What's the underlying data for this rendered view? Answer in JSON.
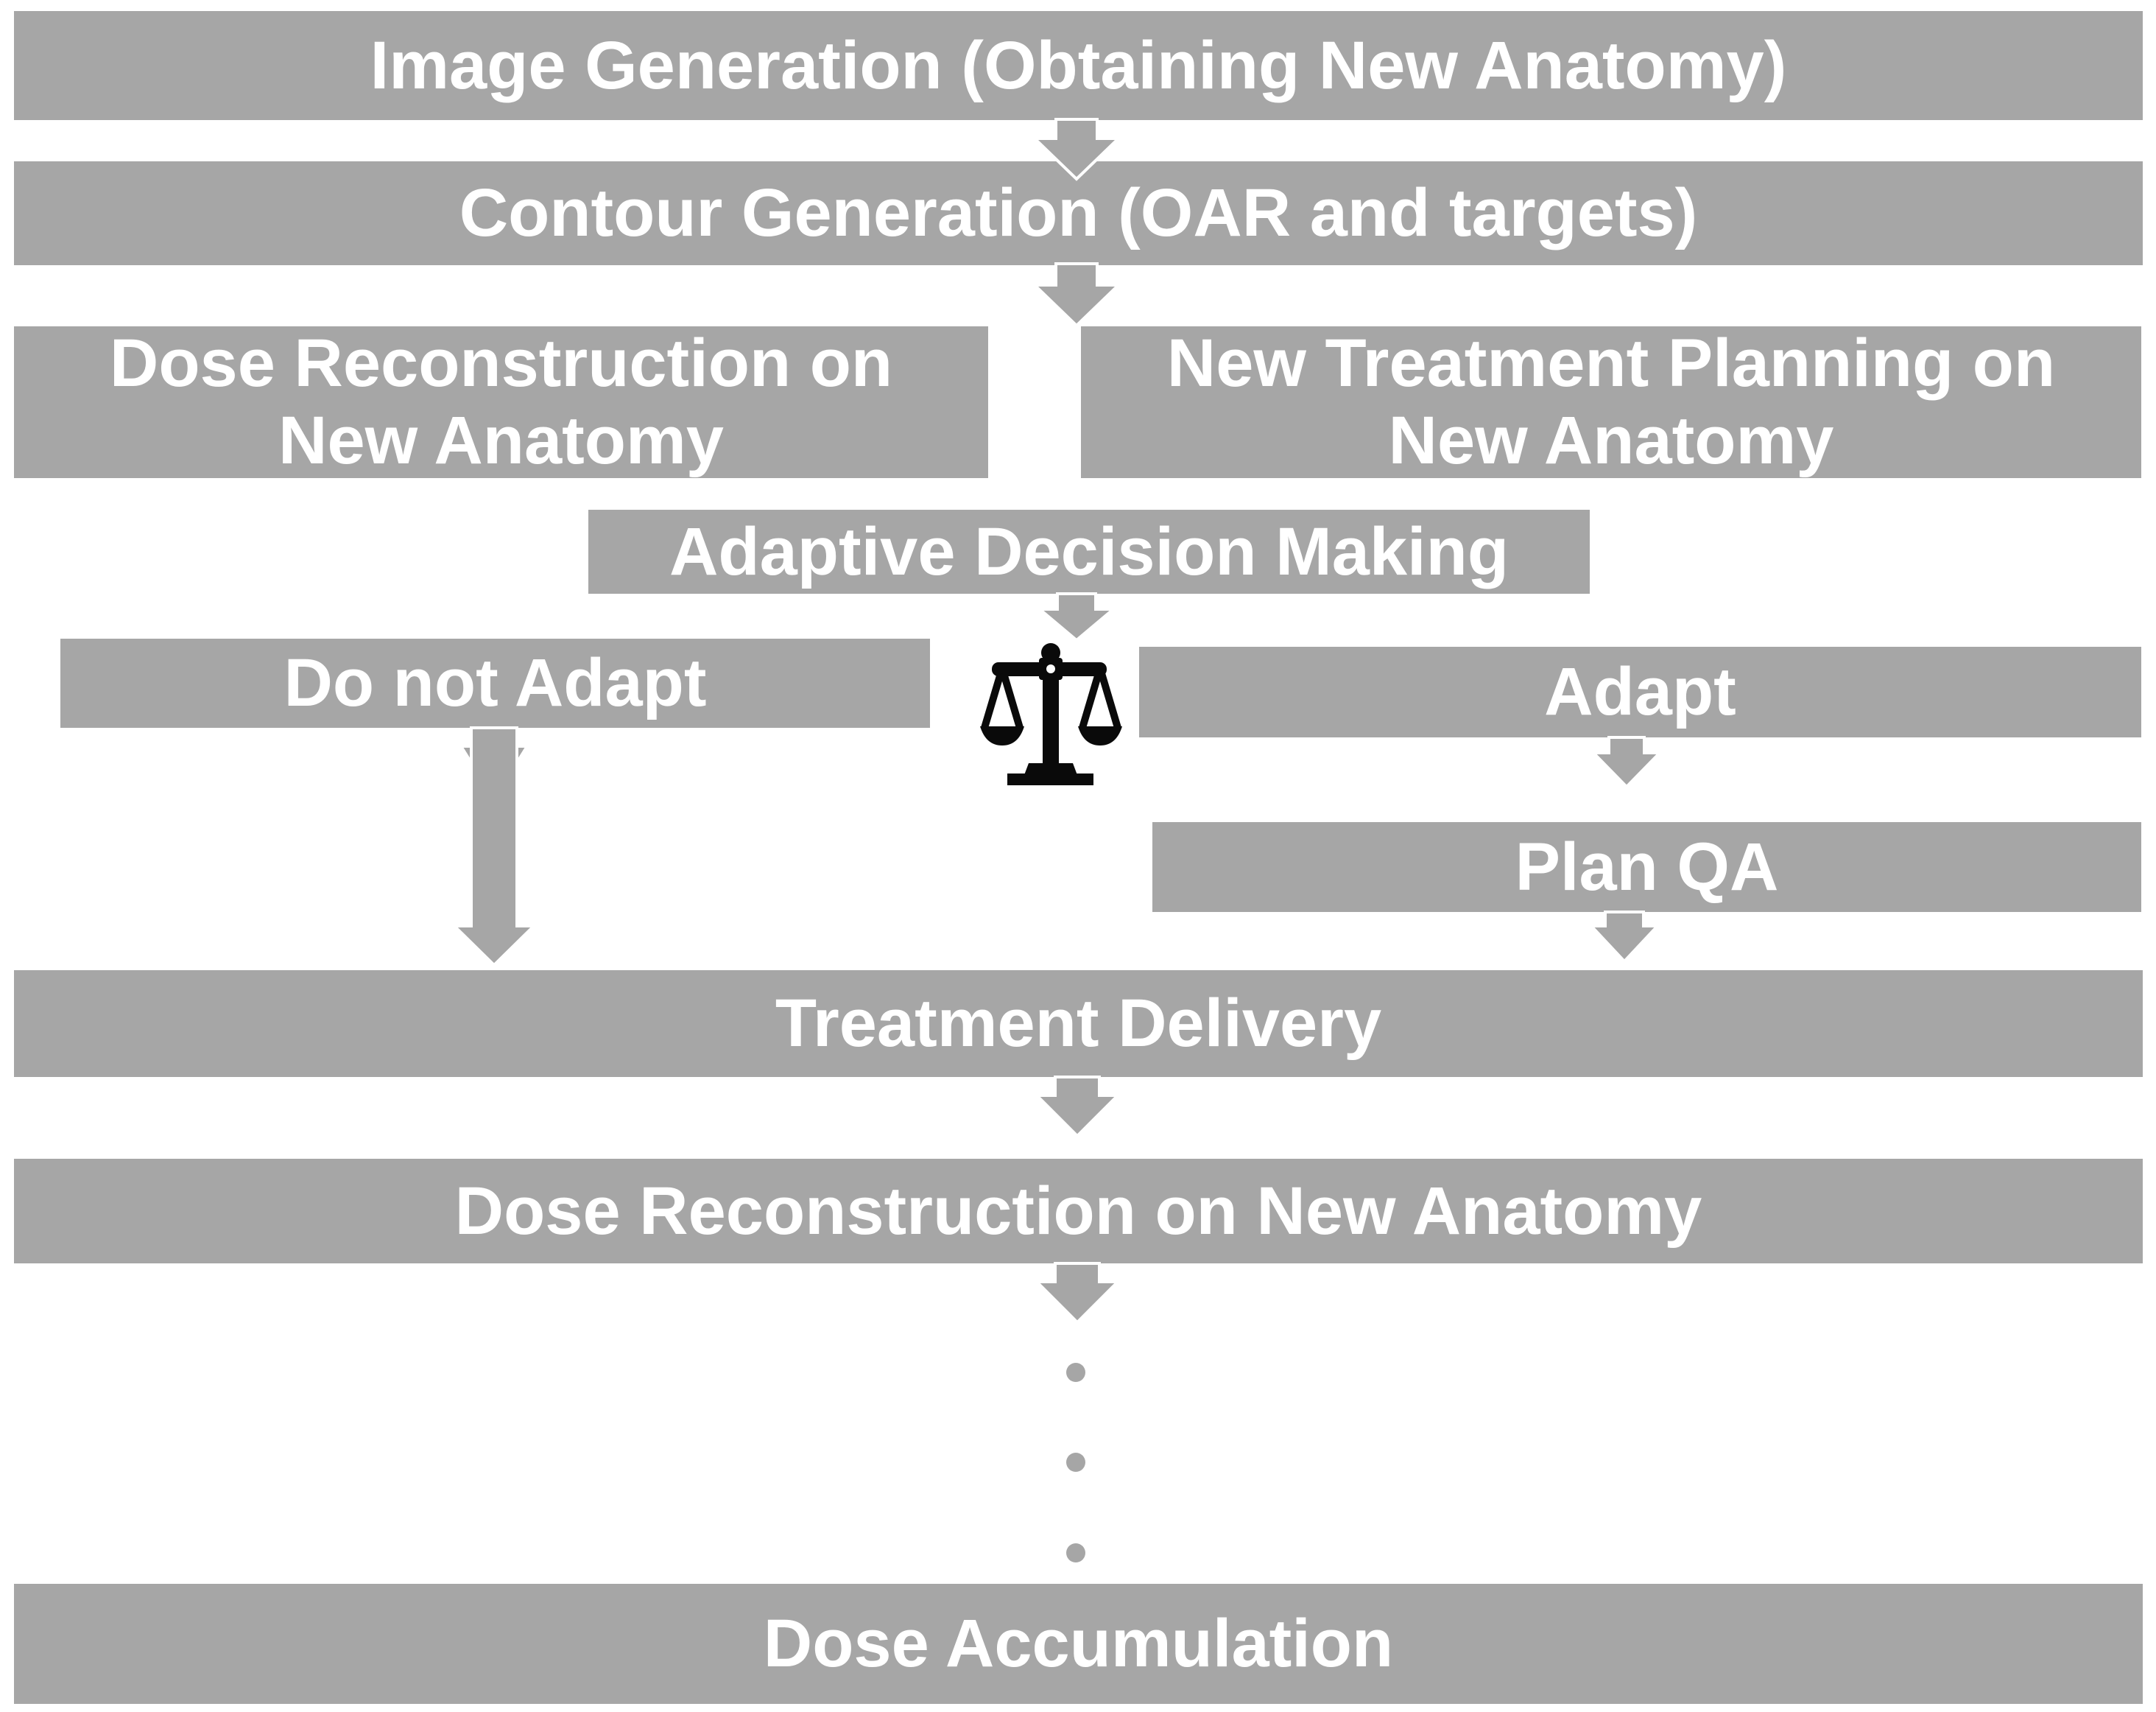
{
  "diagram": {
    "type": "flowchart",
    "colors": {
      "background": "#ffffff",
      "node_fill": "#a6a6a6",
      "node_text": "#ffffff",
      "arrow_fill": "#a6a6a6",
      "arrow_outline": "#ffffff",
      "icon_color": "#0a0a0a"
    },
    "nodes": {
      "image_generation": {
        "label": "Image Generation (Obtaining New Anatomy)"
      },
      "contour_generation": {
        "label": "Contour Generation (OAR and targets)"
      },
      "dose_reconstruction_side": {
        "label": "Dose Reconstruction on\nNew Anatomy"
      },
      "new_treatment_planning": {
        "label": "New Treatment Planning on\nNew Anatomy"
      },
      "adaptive_decision_making": {
        "label": "Adaptive Decision Making"
      },
      "do_not_adapt": {
        "label": "Do not Adapt"
      },
      "adapt": {
        "label": "Adapt"
      },
      "plan_qa": {
        "label": "Plan QA"
      },
      "treatment_delivery": {
        "label": "Treatment Delivery"
      },
      "dose_reconstruction_full": {
        "label": "Dose Reconstruction on New Anatomy"
      },
      "dose_accumulation": {
        "label": "Dose Accumulation"
      }
    },
    "icons": {
      "balance_scale": "balance-scale-icon"
    },
    "ellipsis_dot_count": 3
  }
}
